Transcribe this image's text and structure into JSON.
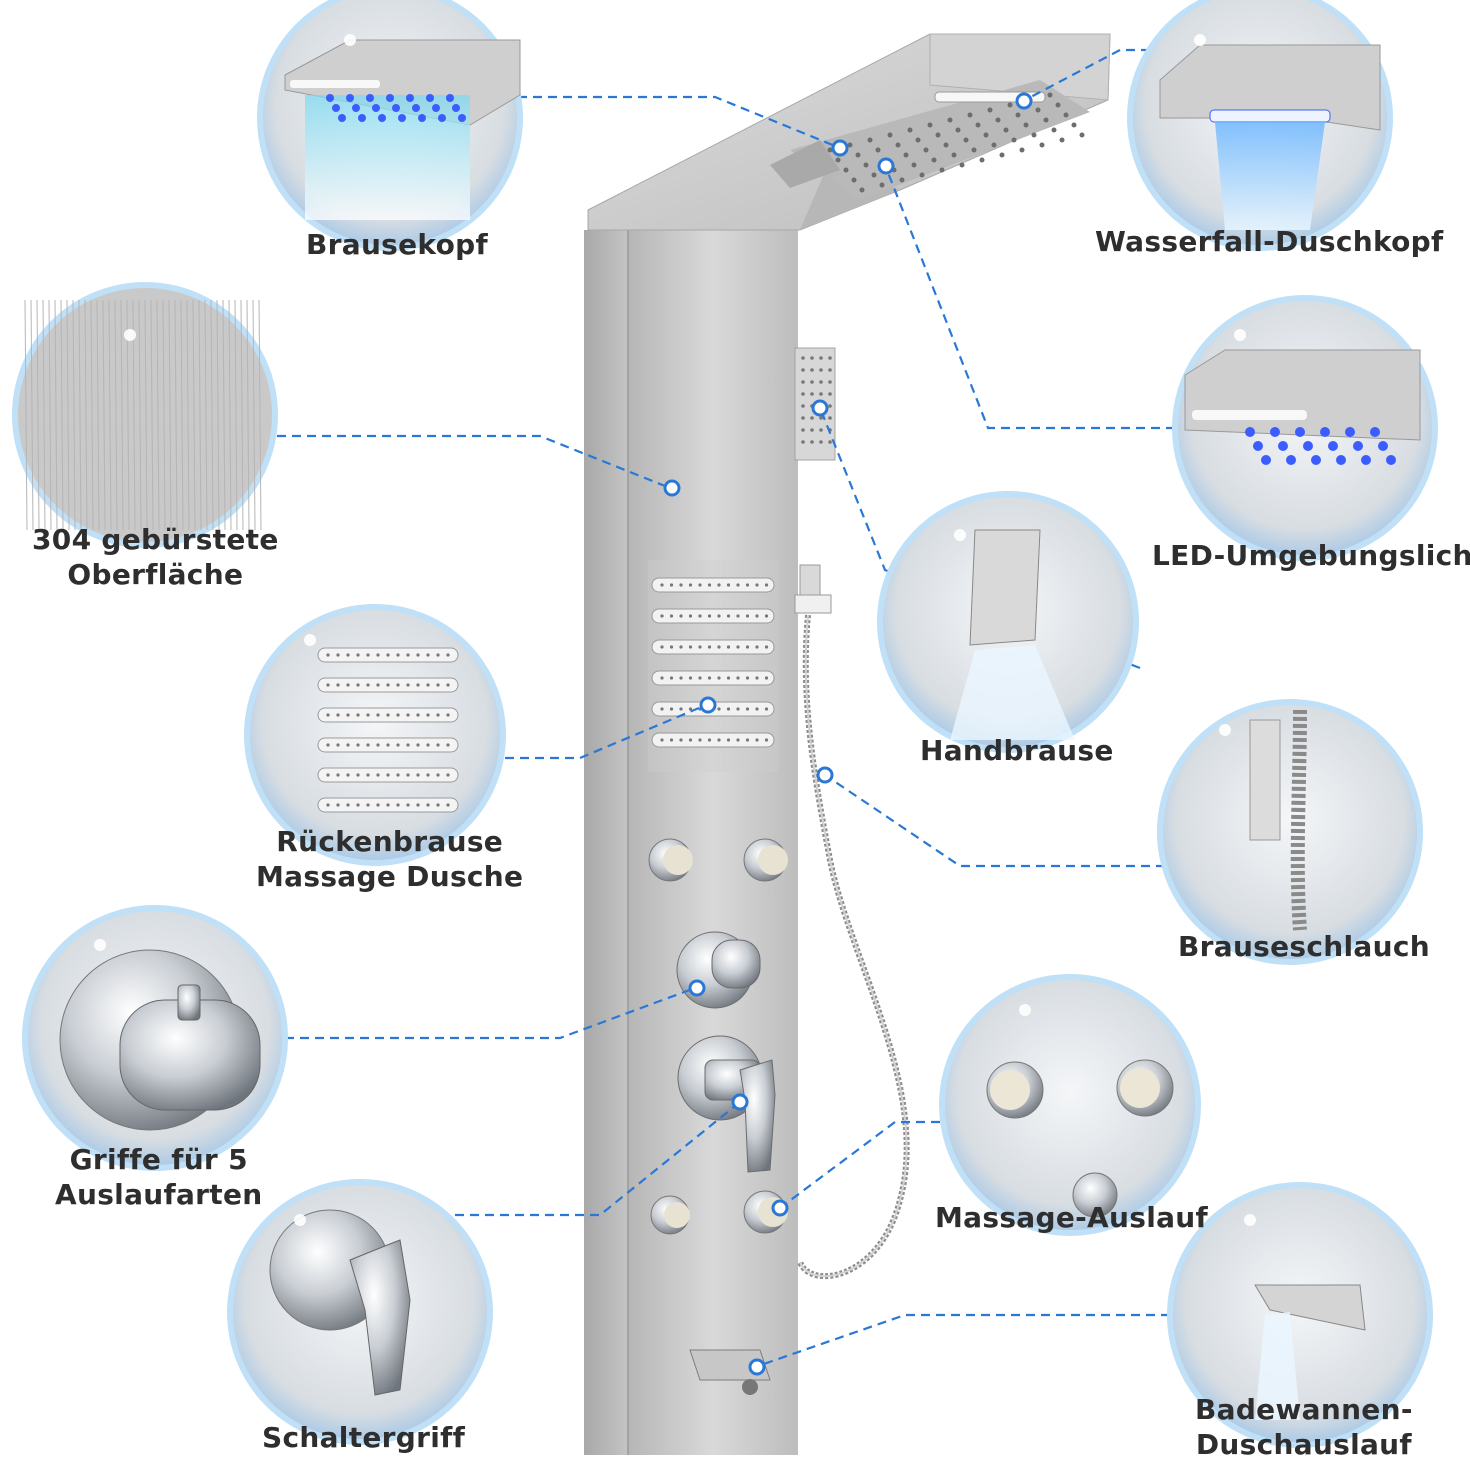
{
  "labels": {
    "brausekopf": "Brausekopf",
    "wasserfall": "Wasserfall-Duschkopf",
    "oberflaeche_1": "304 gebürstete",
    "oberflaeche_2": "Oberfläche",
    "led": "LED-Umgebungslicht",
    "handbrause": "Handbrause",
    "rueckenbrause_1": "Rückenbrause",
    "rueckenbrause_2": "Massage Dusche",
    "brauseschlauch": "Brauseschlauch",
    "griffe_1": "Griffe für 5",
    "griffe_2": "Auslaufarten",
    "massage_auslauf": "Massage-Auslauf",
    "schaltergriff": "Schaltergriff",
    "badewanne_1": "Badewannen-",
    "badewanne_2": "Duschauslauf"
  },
  "colors": {
    "callout": "#2a78d6",
    "steel": "#c9c9c9",
    "steel_dark": "#9c9c9c",
    "led_blue": "#3b5cff",
    "bubble_rim": "#bfe0f7"
  },
  "icons": [
    "shower-panel",
    "rain-shower-head",
    "waterfall-head",
    "hand-shower",
    "massage-jet",
    "thermostat-knob",
    "lever-handle",
    "tub-spout",
    "hose"
  ]
}
